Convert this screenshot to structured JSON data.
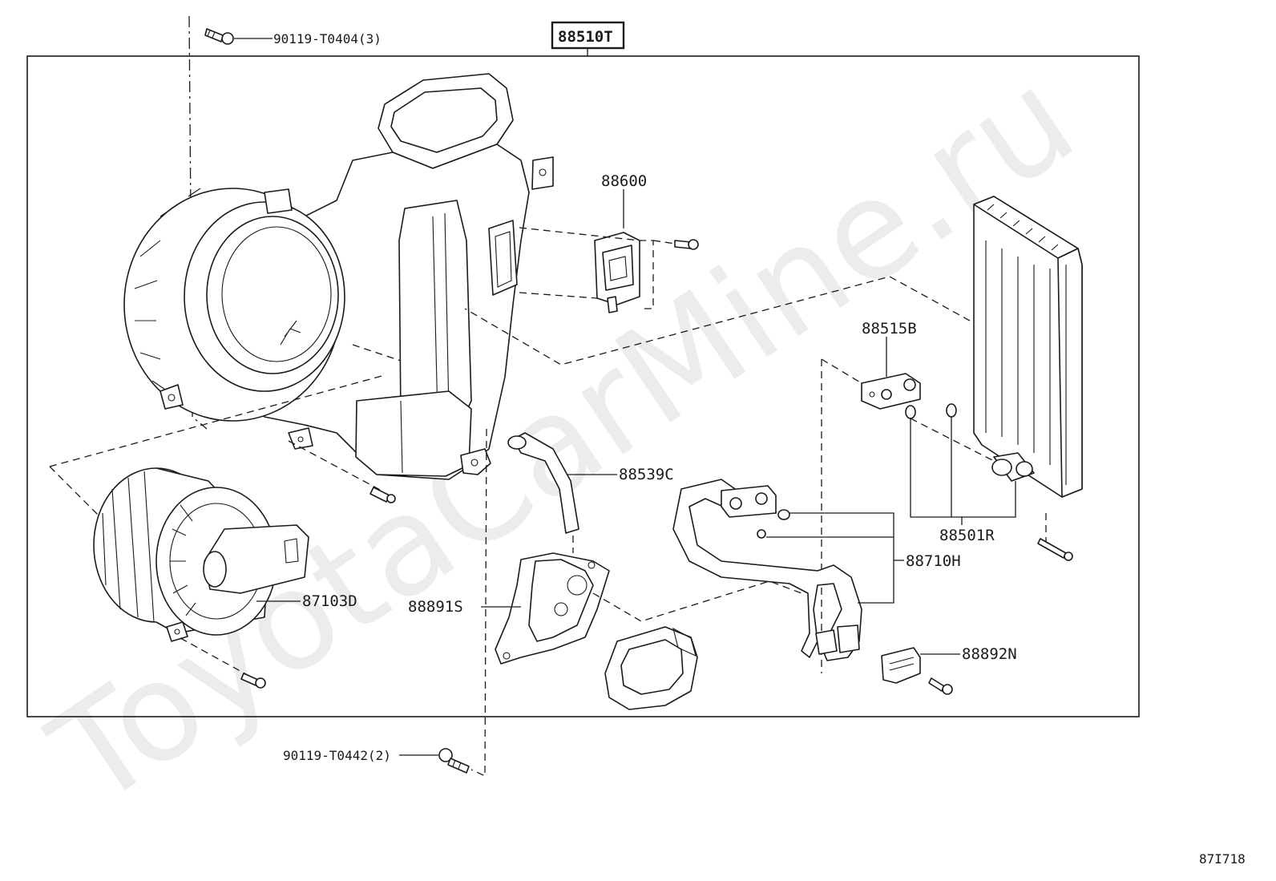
{
  "watermark": "ToyotaCarMine.ru",
  "assembly_label": "88510T",
  "figure_code": "87I718",
  "callouts": {
    "bolt_top": "90119-T0404(3)",
    "bolt_bottom": "90119-T0442(2)",
    "resistor": "88600",
    "expansion_valve": "88515B",
    "drain_hose": "88539C",
    "evaporator": "88501R",
    "tube": "88710H",
    "blower_motor": "87103D",
    "cover": "88891S",
    "clamp": "88892N"
  }
}
